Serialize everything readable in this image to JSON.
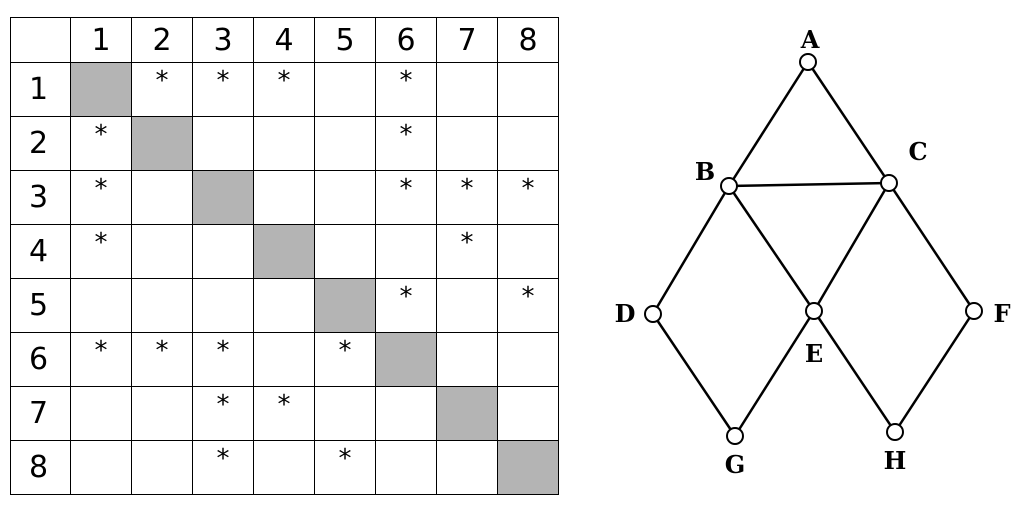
{
  "table": {
    "column_headers": [
      "1",
      "2",
      "3",
      "4",
      "5",
      "6",
      "7",
      "8"
    ],
    "row_headers": [
      "1",
      "2",
      "3",
      "4",
      "5",
      "6",
      "7",
      "8"
    ],
    "mark": "*",
    "diagonal_color": "#b4b4b4",
    "marks": {
      "1": [
        2,
        3,
        4,
        6
      ],
      "2": [
        1,
        6
      ],
      "3": [
        1,
        6,
        7,
        8
      ],
      "4": [
        1,
        7
      ],
      "5": [
        6,
        8
      ],
      "6": [
        1,
        2,
        3,
        5
      ],
      "7": [
        3,
        4
      ],
      "8": [
        3,
        5
      ]
    }
  },
  "graph": {
    "nodes": [
      "A",
      "B",
      "C",
      "D",
      "E",
      "F",
      "G",
      "H"
    ],
    "edges": [
      [
        "A",
        "B"
      ],
      [
        "A",
        "C"
      ],
      [
        "B",
        "C"
      ],
      [
        "B",
        "D"
      ],
      [
        "B",
        "E"
      ],
      [
        "C",
        "E"
      ],
      [
        "C",
        "F"
      ],
      [
        "D",
        "G"
      ],
      [
        "E",
        "G"
      ],
      [
        "E",
        "H"
      ],
      [
        "F",
        "H"
      ]
    ]
  }
}
